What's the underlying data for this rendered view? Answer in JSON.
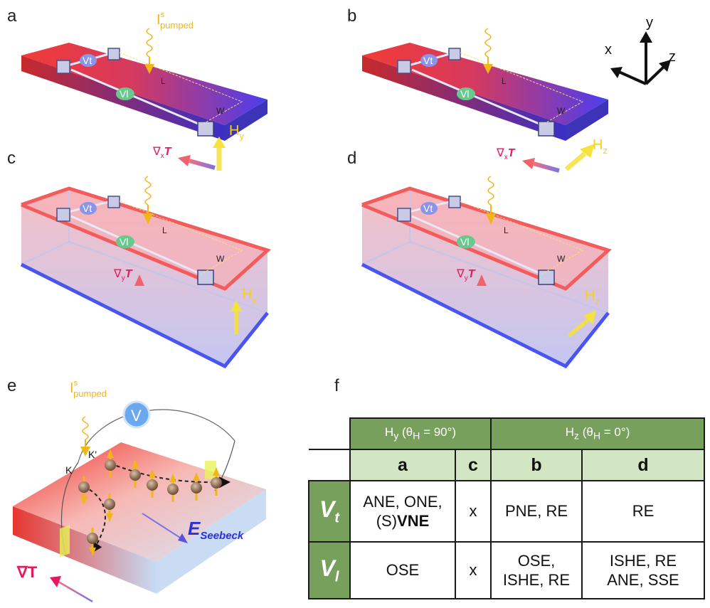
{
  "panels": {
    "a": "a",
    "b": "b",
    "c": "c",
    "d": "d",
    "e": "e",
    "f": "f"
  },
  "labels": {
    "pump_main": "I",
    "pump_sup": "s",
    "pump_sub": "pumped",
    "vt": "Vt",
    "vl": "Vl",
    "L": "L",
    "W": "W",
    "Hy_main": "H",
    "Hy_sub": "y",
    "Hz_main": "H",
    "Hz_sub": "z",
    "grad_sym": "∇",
    "grad_x_sub": "x",
    "grad_y_sub": "y",
    "T": "T",
    "axis_x": "x",
    "axis_y": "y",
    "axis_z": "z",
    "e_V": "V",
    "e_K": "K",
    "e_Kp": "K'",
    "e_E": "E",
    "e_E_sub": "Seebeck",
    "e_gradT": "∇T"
  },
  "table": {
    "hy_header": "Hy (θH = 90°)",
    "hz_header": "Hz (θH = 0°)",
    "col_a": "a",
    "col_c": "c",
    "col_b": "b",
    "col_d": "d",
    "row_vt": "Vt",
    "row_vl": "Vl",
    "vt_a_1": "ANE, ONE,",
    "vt_a_2": "(S)",
    "vt_a_3": "VNE",
    "vt_c": "x",
    "vt_b": "PNE, RE",
    "vt_d": "RE",
    "vl_a": "OSE",
    "vl_c": "x",
    "vl_b_1": "OSE,",
    "vl_b_2": "ISHE, RE",
    "vl_d_1": "ISHE, RE",
    "vl_d_2": "ANE, SSE"
  },
  "colors": {
    "hot": "#f23b36",
    "cold": "#4a3df0",
    "pump": "#f2b51a",
    "field": "#f5e23a",
    "grad": "#e8185a",
    "table_dark": "#76a05b",
    "table_light": "#d3e6c4"
  }
}
